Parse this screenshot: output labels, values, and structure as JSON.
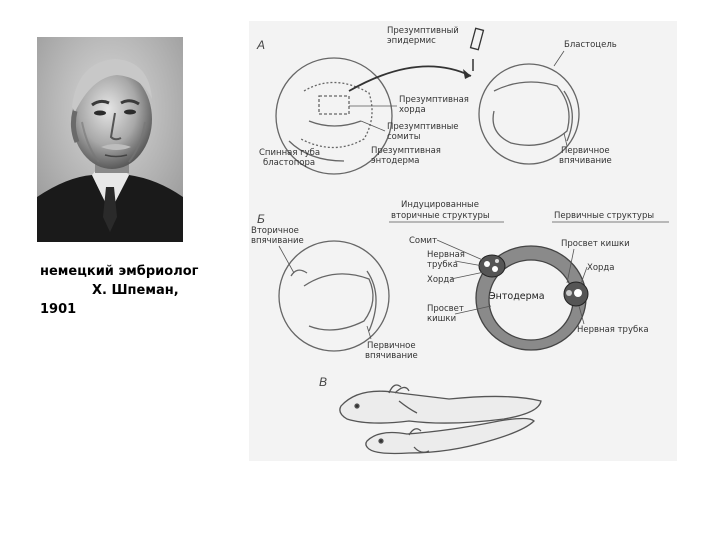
{
  "caption": {
    "line1": "немецкий эмбриолог",
    "line2": "Х. Шпеман,",
    "line3": "1901"
  },
  "diagram": {
    "panel_a": {
      "letter": "А",
      "presumptive_epidermis": [
        "Презумптивный",
        "эпидермис"
      ],
      "blastocoel": "Бластоцель",
      "presumptive_chorda": [
        "Презумптивная",
        "хорда"
      ],
      "presumptive_somites": [
        "Презумптивные",
        "сомиты"
      ],
      "presumptive_endoderm": [
        "Презумптивная",
        "энтодерма"
      ],
      "dorsal_lip": [
        "Спинная губа",
        "бластопора"
      ],
      "primary_invagination": [
        "Первичное",
        "впячивание"
      ]
    },
    "panel_b": {
      "letter": "Б",
      "secondary_invagination": [
        "Вторичное",
        "впячивание"
      ],
      "primary_invagination": [
        "Первичное",
        "впячивание"
      ],
      "induced_header": [
        "Индуцированные",
        "вторичные структуры"
      ],
      "primary_header": "Первичные структуры",
      "somite": "Сомит",
      "neural_tube_left": [
        "Нервная",
        "трубка"
      ],
      "chorda_left": "Хорда",
      "gut_lumen_left": [
        "Просвет",
        "кишки"
      ],
      "endoderm": "Энтодерма",
      "gut_lumen_right": "Просвет кишки",
      "chorda_right": "Хорда",
      "neural_tube_right": "Нервная трубка"
    },
    "panel_c": {
      "letter": "В"
    }
  }
}
